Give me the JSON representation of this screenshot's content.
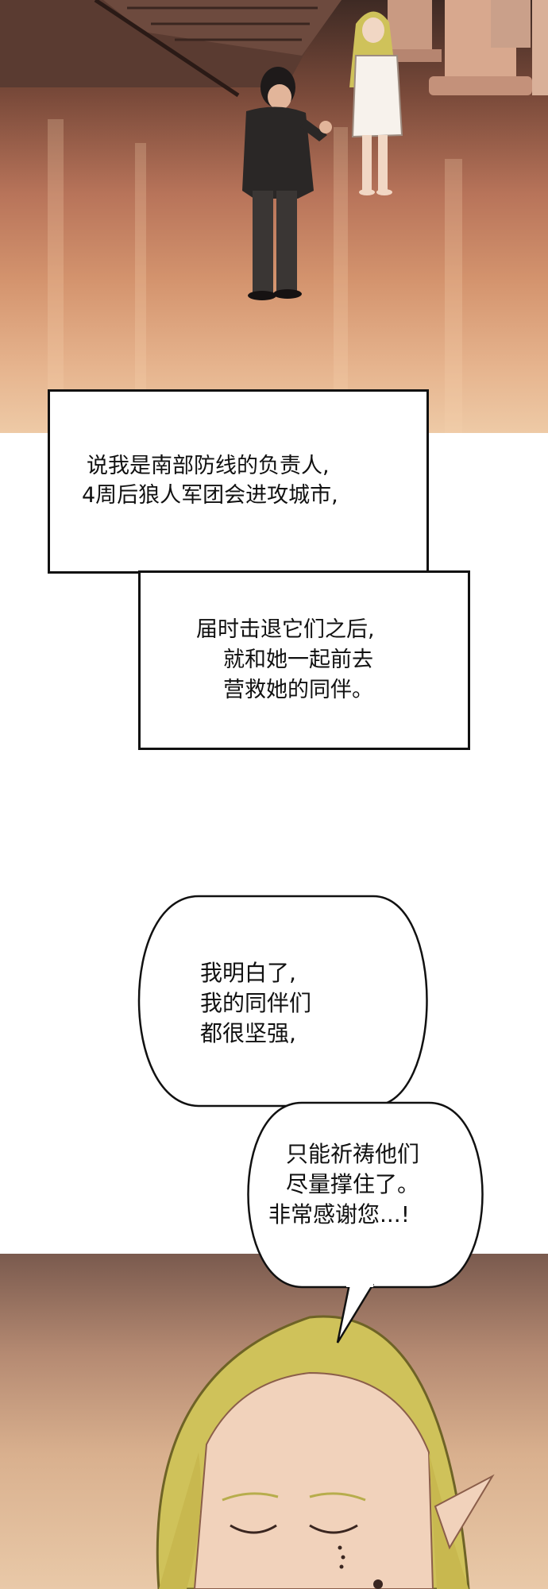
{
  "caption_box_1": {
    "lines": [
      "说我是南部防线的负责人,",
      "4周后狼人军团会进攻城市,"
    ]
  },
  "caption_box_2": {
    "lines": [
      "届时击退它们之后,",
      "就和她一起前去",
      "营救她的同伴。"
    ]
  },
  "speech_bubble_1": {
    "lines": [
      "我明白了,",
      "我的同伴们",
      "都很坚强,"
    ]
  },
  "speech_bubble_2": {
    "lines": [
      "只能祈祷他们",
      "尽量撑住了。",
      "非常感谢您...!"
    ]
  },
  "colors": {
    "scene_warm": "#d4946e",
    "elf_hair": "#cfc25a",
    "outline": "#111111"
  }
}
